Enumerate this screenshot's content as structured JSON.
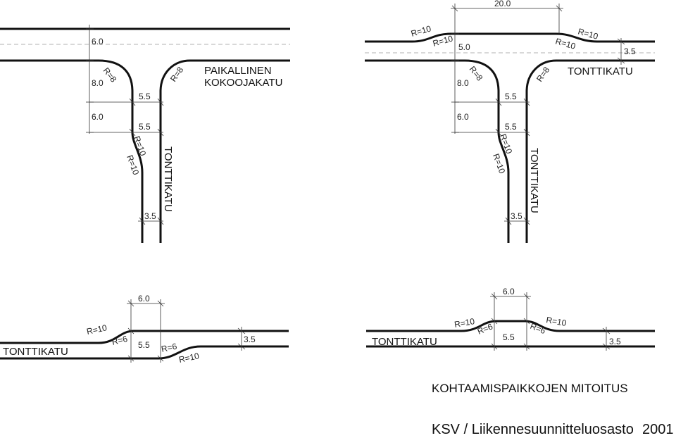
{
  "diagram_title": "KOHTAAMISPAIKKOJEN MITOITUS",
  "credit": "KSV / Liikennesuunnitteluosasto",
  "year": "2001",
  "road_labels": {
    "collector": "PAIKALLINEN\nKOKOOJAKATU",
    "plot_street": "TONTTIKATU"
  },
  "tl": {
    "w_main": "6.0",
    "w_apron": "8.0",
    "w_branch": "6.0",
    "w_in1": "5.5",
    "w_in2": "5.5",
    "w_out": "3.5",
    "r_corner_l": "R=8",
    "r_corner_r": "R=8",
    "r_taper_1": "R=10",
    "r_taper_2": "R=10",
    "street_label": "TONTTIKATU",
    "collector_label_1": "PAIKALLINEN",
    "collector_label_2": "KOKOOJAKATU"
  },
  "tr": {
    "w_len": "20.0",
    "w_main": "5.0",
    "w_main_out": "3.5",
    "w_apron": "8.0",
    "w_branch": "6.0",
    "w_in1": "5.5",
    "w_in2": "5.5",
    "w_out": "3.5",
    "r_t1": "R=10",
    "r_t2": "R=10",
    "r_t3": "R=10",
    "r_t4": "R=10",
    "r_corner_l": "R=8",
    "r_corner_r": "R=8",
    "r_taper_1": "R=10",
    "r_taper_2": "R=10",
    "street_label_h": "TONTTIKATU",
    "street_label_v": "TONTTIKATU"
  },
  "bl": {
    "w_len": "6.0",
    "w_wide": "5.5",
    "w_narrow": "3.5",
    "r_1": "R=10",
    "r_2": "R=6",
    "r_3": "R=6",
    "r_4": "R=10",
    "street_label": "TONTTIKATU"
  },
  "br": {
    "w_len": "6.0",
    "w_wide": "5.5",
    "w_narrow": "3.5",
    "r_1": "R=10",
    "r_2": "R=6",
    "r_3": "R=6",
    "r_4": "R=10",
    "street_label": "TONTTIKATU"
  }
}
